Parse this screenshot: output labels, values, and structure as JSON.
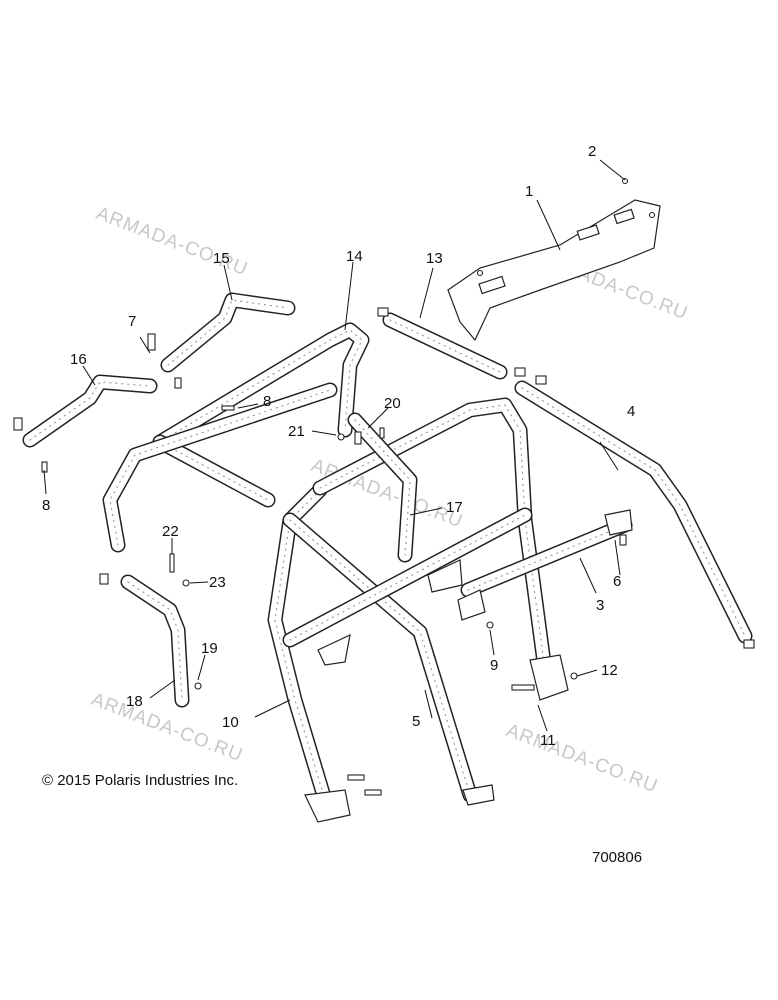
{
  "diagram": {
    "callouts": [
      "1",
      "2",
      "3",
      "4",
      "5",
      "6",
      "7",
      "8",
      "8",
      "9",
      "10",
      "11",
      "12",
      "13",
      "14",
      "15",
      "16",
      "17",
      "18",
      "19",
      "20",
      "21",
      "22",
      "23"
    ],
    "watermark": "ARMADA-CO.RU",
    "copyright": "© 2015 Polaris Industries Inc.",
    "part_number": "700806"
  }
}
